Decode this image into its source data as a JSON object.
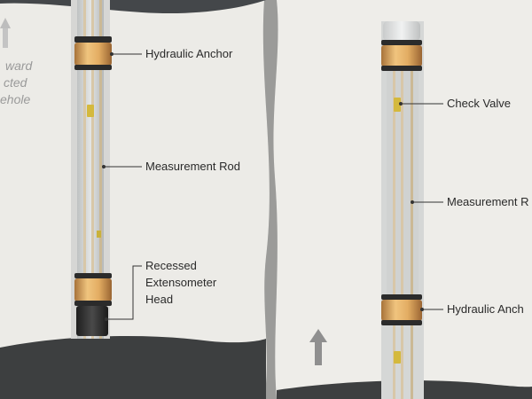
{
  "left_panel": {
    "direction_text": [
      "ward",
      "cted",
      "ehole"
    ],
    "labels": {
      "hydraulic_anchor": "Hydraulic Anchor",
      "measurement_rod": "Measurement Rod",
      "recessed_head": [
        "Recessed",
        "Extensometer",
        "Head"
      ]
    }
  },
  "right_panel": {
    "labels": {
      "check_valve": "Check Valve",
      "measurement_rod": "Measurement R",
      "hydraulic_anchor": "Hydraulic Anch"
    }
  },
  "colors": {
    "background": "#ecebe7",
    "rock_dark": "#3d3f40",
    "anchor_gold": "#d9a55a",
    "anchor_band": "#2b2b2b",
    "rod_tan": "#d8c7a8",
    "pipe_fill": "#cfd1d0",
    "valve_yellow": "#d4b93d",
    "arrow_gray": "#8f8f8f"
  }
}
